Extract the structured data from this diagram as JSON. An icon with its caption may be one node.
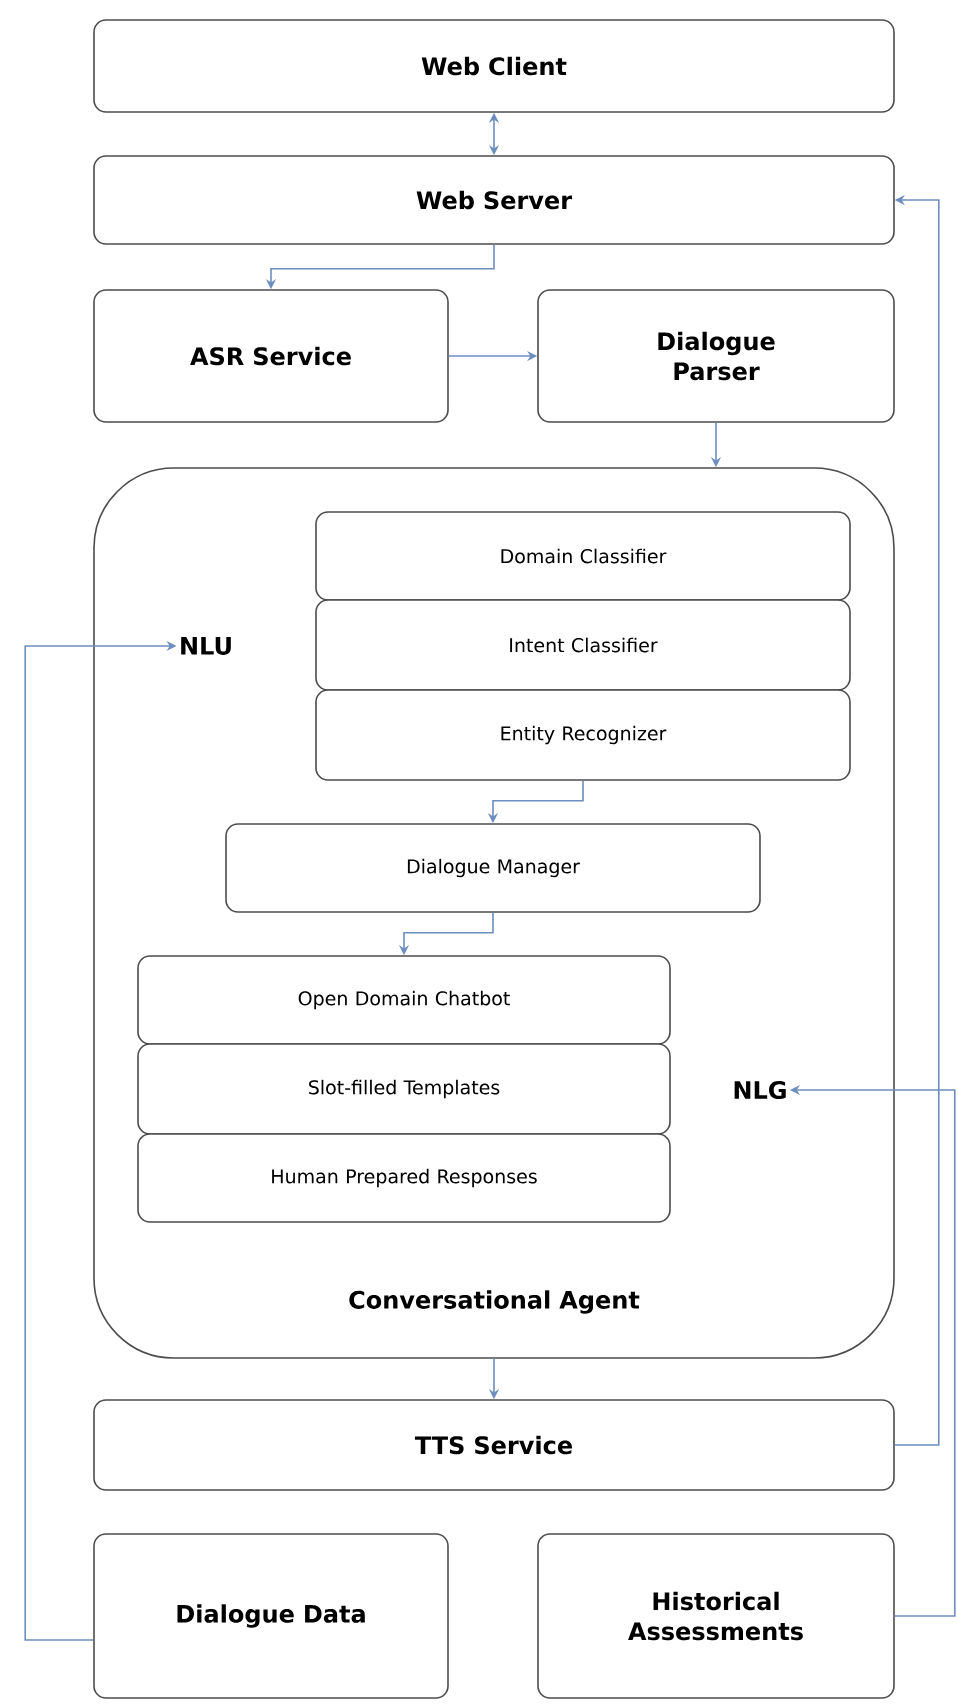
{
  "diagram": {
    "nodes": [
      {
        "text": [
          "Web Client"
        ]
      },
      {
        "text": [
          "Web Server"
        ]
      },
      {
        "text": [
          "ASR Service"
        ]
      },
      {
        "text": [
          "Dialogue Parser"
        ]
      },
      {
        "text": [
          "Conversational Agent"
        ]
      },
      {
        "text": [
          "NLU"
        ],
        "in": 4
      },
      {
        "text": [
          "Domain Classifier"
        ],
        "in": 4
      },
      {
        "text": [
          "Intent Classifier"
        ],
        "in": 4
      },
      {
        "text": [
          "Entity Recognizer"
        ],
        "in": 4
      },
      {
        "text": [
          "Dialogue Manager"
        ],
        "in": 4
      },
      {
        "text": [
          "Open Domain Chatbot"
        ],
        "in": 4
      },
      {
        "text": [
          "Slot-filled Templates"
        ],
        "in": 4
      },
      {
        "text": [
          "Human Prepared Responses"
        ],
        "in": 4
      },
      {
        "text": [
          "NLG"
        ],
        "in": 4
      },
      {
        "text": [
          "TTS Service"
        ]
      },
      {
        "text": [
          "Dialogue Data"
        ]
      },
      {
        "text": [
          "Historical Assessments"
        ]
      }
    ],
    "edges": [
      {
        "from": 0,
        "to": 1,
        "arrow": "both"
      },
      {
        "from": 1,
        "to": 2,
        "arrow": "to"
      },
      {
        "from": 2,
        "to": 3,
        "arrow": "to"
      },
      {
        "from": 3,
        "to": 4,
        "arrow": "to"
      },
      {
        "from": 8,
        "to": 9,
        "arrow": "to"
      },
      {
        "from": 9,
        "to": 10,
        "arrow": "to"
      },
      {
        "from": 4,
        "to": 14,
        "arrow": "to"
      },
      {
        "from": 14,
        "to": 1,
        "arrow": "to"
      },
      {
        "from": 15,
        "to": 5,
        "arrow": "to"
      },
      {
        "from": 16,
        "to": 13,
        "arrow": "to"
      }
    ]
  }
}
